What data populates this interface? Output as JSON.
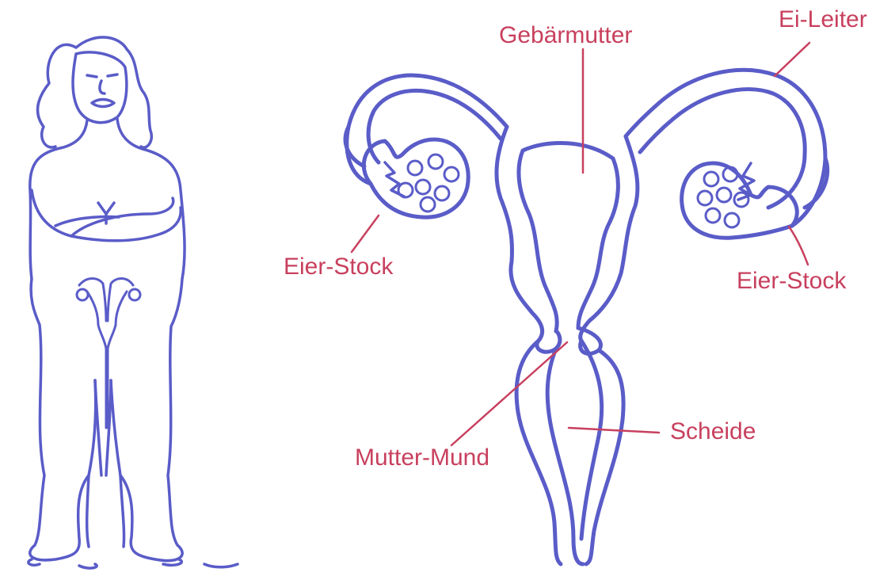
{
  "colors": {
    "line": "#5a5cc8",
    "label": "#c8405e",
    "background": "#ffffff"
  },
  "labels": {
    "uterus": "Gebärmutter",
    "fallopian_tube": "Ei-Leiter",
    "ovary_left": "Eier-Stock",
    "ovary_right": "Eier-Stock",
    "cervix": "Mutter-Mund",
    "vagina": "Scheide"
  }
}
